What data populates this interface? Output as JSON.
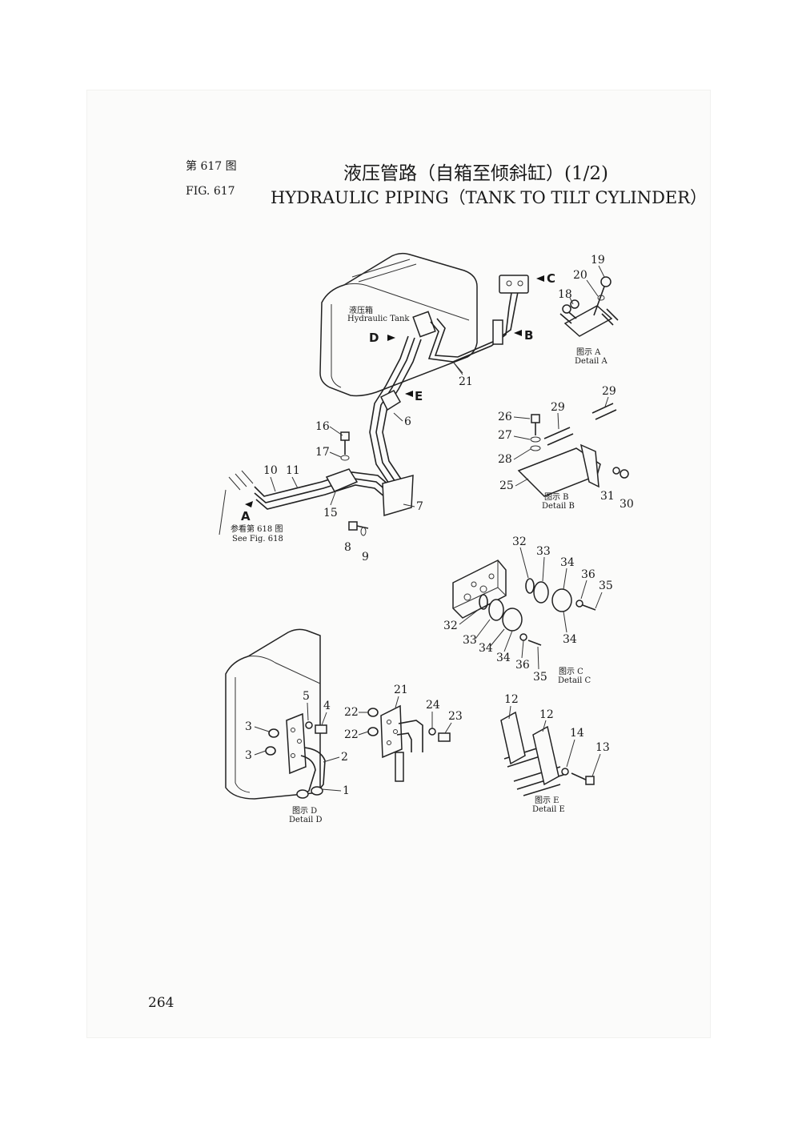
{
  "header": {
    "fig_cn": "第 617 图",
    "title_cn": "液压管路（自箱至倾斜缸）(1/2)",
    "fig_en": "FIG. 617",
    "title_en": "HYDRAULIC PIPING（TANK TO TILT CYLINDER）"
  },
  "page_number": "264",
  "labels": {
    "tank_cn": "液压箱",
    "tank_en": "Hydraulic Tank",
    "see_cn": "参看第 618 图",
    "see_en": "See Fig. 618",
    "arrow_a": "A",
    "arrow_b": "B",
    "arrow_c": "C",
    "arrow_d": "D",
    "arrow_e": "E"
  },
  "details": {
    "a_cn": "图示 A",
    "a_en": "Detail A",
    "b_cn": "图示 B",
    "b_en": "Detail B",
    "c_cn": "图示 C",
    "c_en": "Detail C",
    "d_cn": "图示 D",
    "d_en": "Detail D",
    "e_cn": "图示 E",
    "e_en": "Detail E"
  },
  "parts": {
    "p1": "1",
    "p2": "2",
    "p3a": "3",
    "p3b": "3",
    "p4": "4",
    "p5": "5",
    "p6": "6",
    "p7": "7",
    "p8": "8",
    "p9": "9",
    "p10": "10",
    "p11": "11",
    "p12a": "12",
    "p12b": "12",
    "p13": "13",
    "p14": "14",
    "p15": "15",
    "p16": "16",
    "p17": "17",
    "p18": "18",
    "p19": "19",
    "p20": "20",
    "p21a": "21",
    "p21b": "21",
    "p22a": "22",
    "p22b": "22",
    "p23": "23",
    "p24": "24",
    "p25": "25",
    "p26": "26",
    "p27": "27",
    "p28": "28",
    "p29a": "29",
    "p29b": "29",
    "p30": "30",
    "p31": "31",
    "p32a": "32",
    "p32b": "32",
    "p33a": "33",
    "p33b": "33",
    "p34a": "34",
    "p34b": "34",
    "p34c": "34",
    "p34d": "34",
    "p35a": "35",
    "p35b": "35",
    "p36a": "36",
    "p36b": "36"
  }
}
